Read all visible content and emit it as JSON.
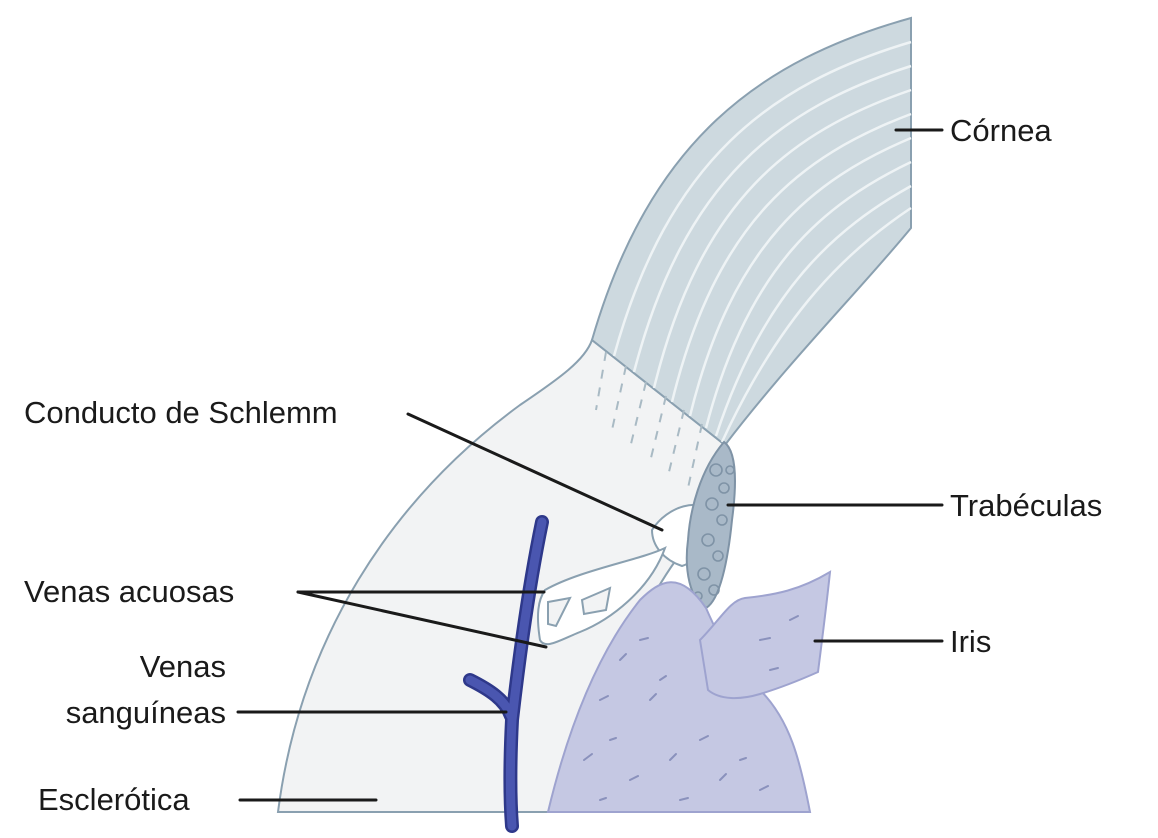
{
  "labels": {
    "cornea": "Córnea",
    "schlemm": "Conducto de Schlemm",
    "trabeculas": "Trabéculas",
    "venas_acuosas": "Venas acuosas",
    "iris": "Iris",
    "venas_sanguineas_1": "Venas",
    "venas_sanguineas_2": "sanguíneas",
    "esclerotica": "Esclerótica"
  },
  "colors": {
    "cornea_fill": "#cdd9df",
    "sclera_fill": "#f2f3f4",
    "outline": "#8aa0b0",
    "iris_fill": "#c5c8e3",
    "tissue_fill": "#c5c8e3",
    "tissue_texture": "#8a91bc",
    "vein": "#4a56b0",
    "vein_edge": "#2e388a"
  }
}
